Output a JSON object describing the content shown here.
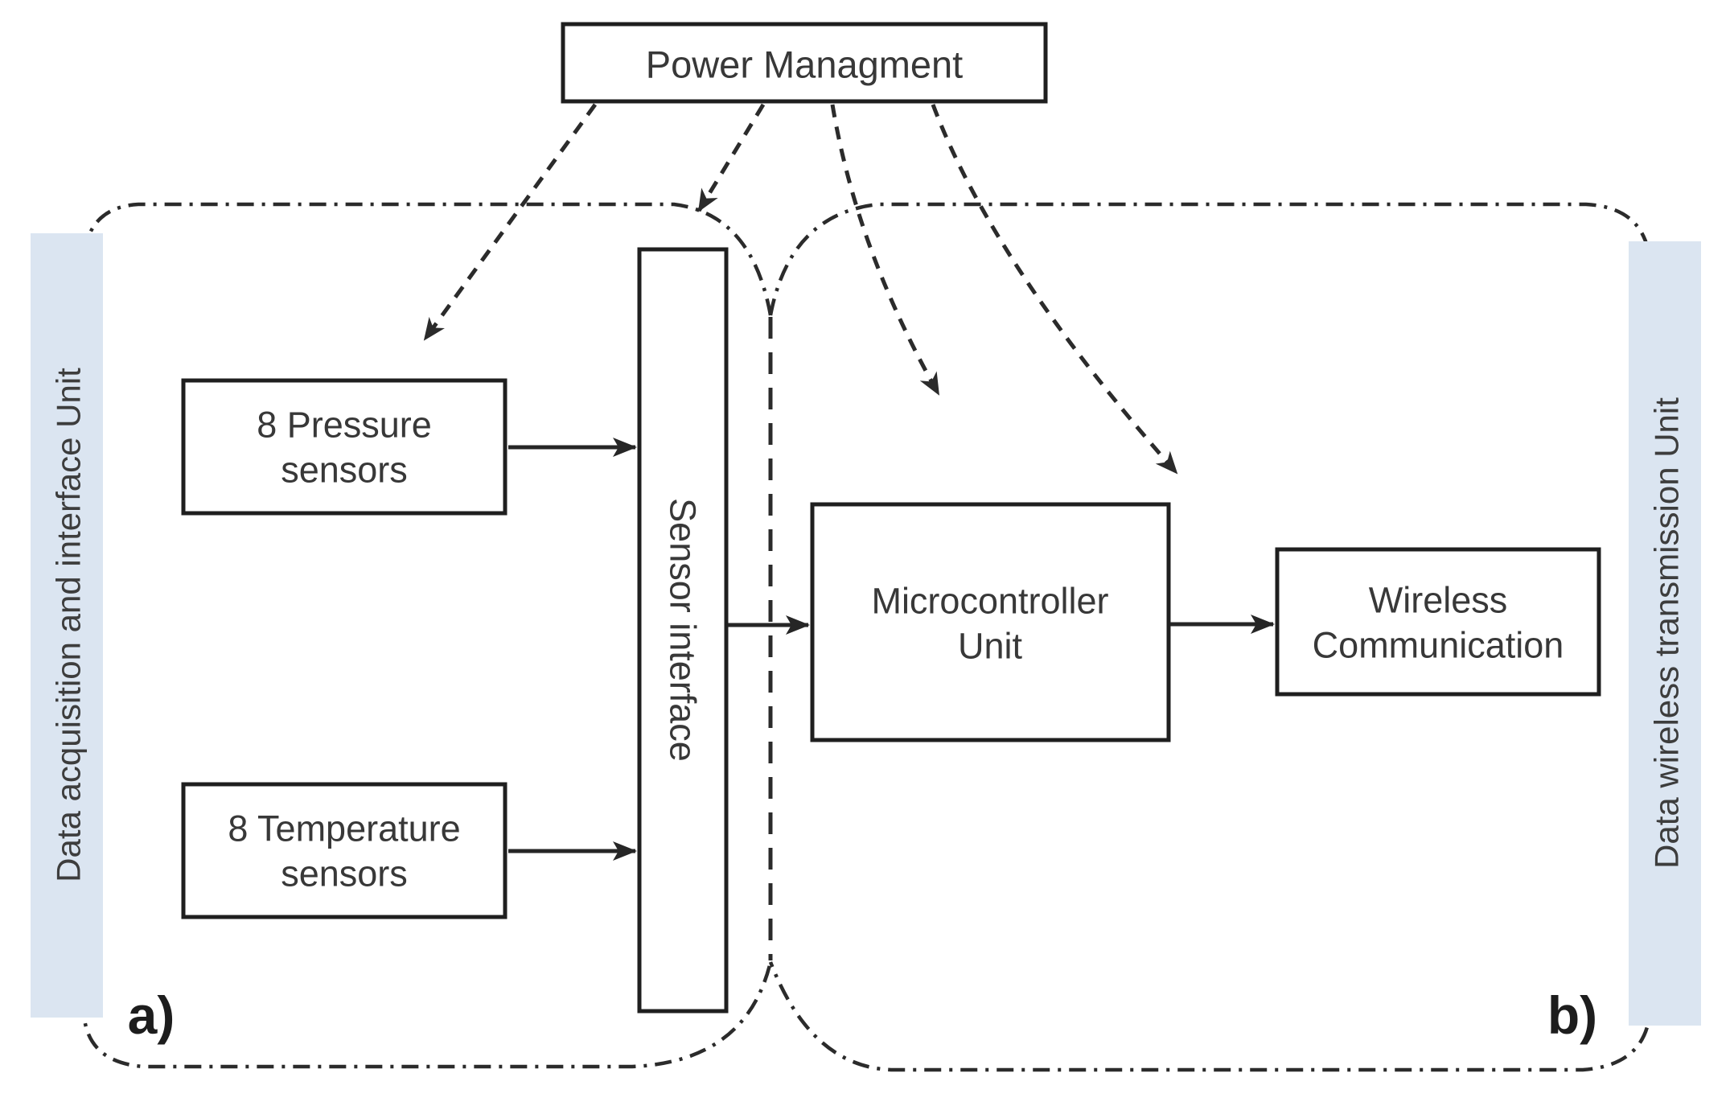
{
  "diagram": {
    "power_management": {
      "label": "Power Managment"
    },
    "left_unit": {
      "label": "Data acquisition and interface Unit"
    },
    "right_unit": {
      "label": "Data wireless transmission Unit"
    },
    "nodes": {
      "pressure": {
        "line1": "8 Pressure",
        "line2": "sensors"
      },
      "temperature": {
        "line1": "8 Temperature",
        "line2": "sensors"
      },
      "sensor_interface": {
        "label": "Sensor interface"
      },
      "mcu": {
        "line1": "Microcontroller",
        "line2": "Unit"
      },
      "wireless": {
        "line1": "Wireless",
        "line2": "Communication"
      }
    },
    "section_labels": {
      "a": "a)",
      "b": "b)"
    },
    "colors": {
      "unit_bar_fill": "#dbe5f1",
      "line": "#2b2b2b",
      "text": "#383838",
      "background": "#ffffff"
    }
  }
}
